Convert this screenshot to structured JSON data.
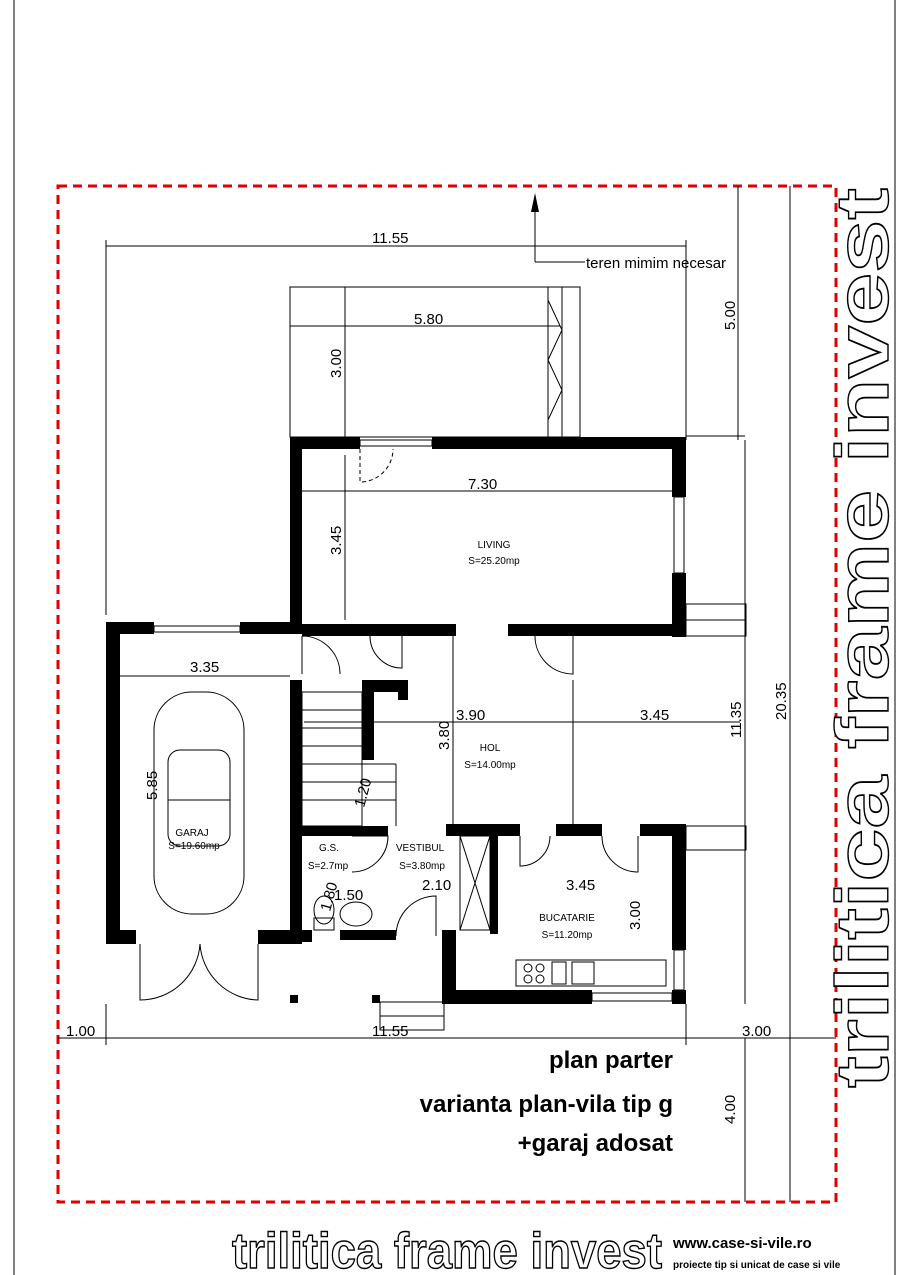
{
  "site_note": "teren mimim necesar",
  "dimensions": {
    "total_width_top": "11.55",
    "terrace_width": "5.80",
    "terrace_depth": "3.00",
    "setback_top": "5.00",
    "living_width": "7.30",
    "living_depth": "3.45",
    "garage_width": "3.35",
    "garage_depth": "5.85",
    "stair_width": "1.20",
    "hall_depth": "3.80",
    "hall_width_left": "3.90",
    "hall_width_right": "3.45",
    "house_depth": "11.35",
    "lot_depth": "20.35",
    "wc_width": "1.50",
    "wc_depth": "1.80",
    "vestibule_width": "2.10",
    "kitchen_width": "3.45",
    "kitchen_depth": "3.00",
    "margin_left": "1.00",
    "total_width_bottom": "11.55",
    "margin_right": "3.00",
    "setback_bottom": "4.00"
  },
  "rooms": {
    "living": {
      "name": "LIVING",
      "area": "S=25.20mp"
    },
    "hol": {
      "name": "HOL",
      "area": "S=14.00mp"
    },
    "garaj": {
      "name": "GARAJ",
      "area": "S=19.60mp"
    },
    "gs": {
      "name": "G.S.",
      "area": "S=2.7mp"
    },
    "vestibul": {
      "name": "VESTIBUL",
      "area": "S=3.80mp"
    },
    "bucatarie": {
      "name": "BUCATARIE",
      "area": "S=11.20mp"
    }
  },
  "title": {
    "line1": "plan parter",
    "line2": "varianta plan-vila tip g",
    "line3": "+garaj adosat"
  },
  "brand": {
    "vertical": "trilitica frame invest",
    "bottom": "trilitica frame invest",
    "website": "www.case-si-vile.ro",
    "tagline": "proiecte tip si unicat de case si vile"
  },
  "colors": {
    "lot_boundary": "#e00000",
    "walls": "#000000"
  }
}
